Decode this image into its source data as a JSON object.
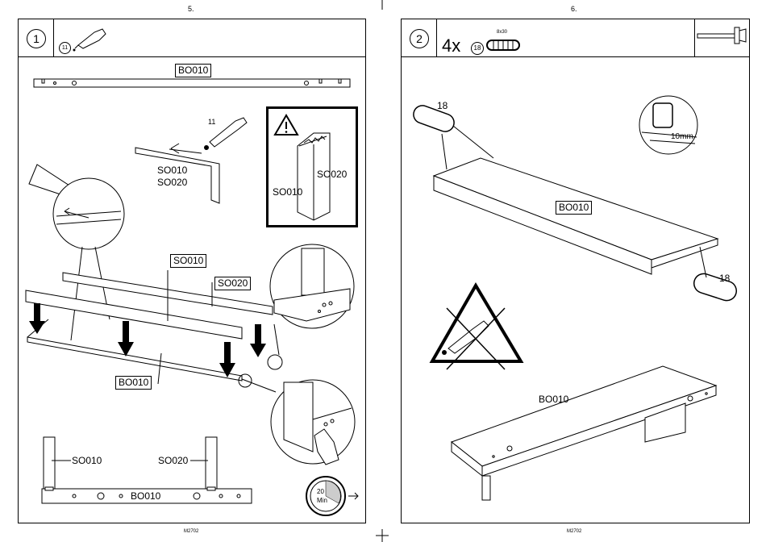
{
  "pages": {
    "left_number": "5.",
    "right_number": "6.",
    "left_footer": "M2702",
    "right_footer": "M2702"
  },
  "step1": {
    "number": "1",
    "glue_badge": "11",
    "glue_callout": "11",
    "label_bo010_top": "BO010",
    "label_so010_a": "SO010",
    "label_so020_a": "SO020",
    "warn_so010": "SO010",
    "warn_so020": "SO020",
    "label_so010_b": "SO010",
    "label_so020_b": "SO020",
    "label_bo010_mid": "BO010",
    "label_so010_c": "SO010",
    "label_so020_c": "SO020",
    "label_bo010_bottom": "BO010",
    "timer_value": "20",
    "timer_unit": "Min"
  },
  "step2": {
    "number": "2",
    "qty": "4x",
    "part_badge": "18",
    "dowel_size": "8x30",
    "dowel_label_a": "18",
    "dowel_label_b": "18",
    "depth": "10mm",
    "label_bo010_board": "BO010",
    "label_bo010_bottom": "BO010"
  }
}
